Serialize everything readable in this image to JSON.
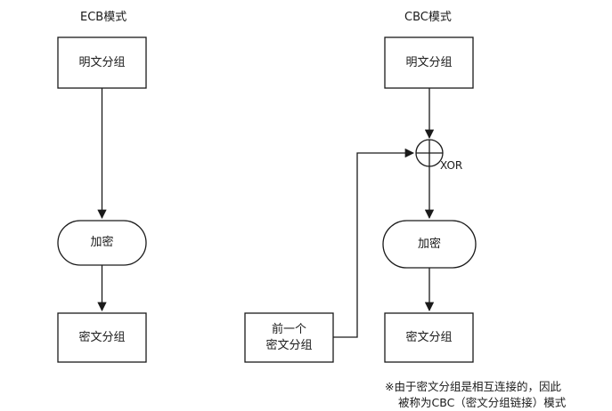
{
  "ecb": {
    "title": "ECB模式",
    "plaintext_block": "明文分组",
    "encrypt": "加密",
    "ciphertext_block": "密文分组"
  },
  "cbc": {
    "title": "CBC模式",
    "plaintext_block": "明文分组",
    "xor_label": "XOR",
    "encrypt": "加密",
    "ciphertext_block": "密文分组",
    "prev_ciphertext_line1": "前一个",
    "prev_ciphertext_line2": "密文分组"
  },
  "note": {
    "line1": "※由于密文分组是相互连接的，因此",
    "line2": "被称为CBC（密文分组链接）模式"
  }
}
